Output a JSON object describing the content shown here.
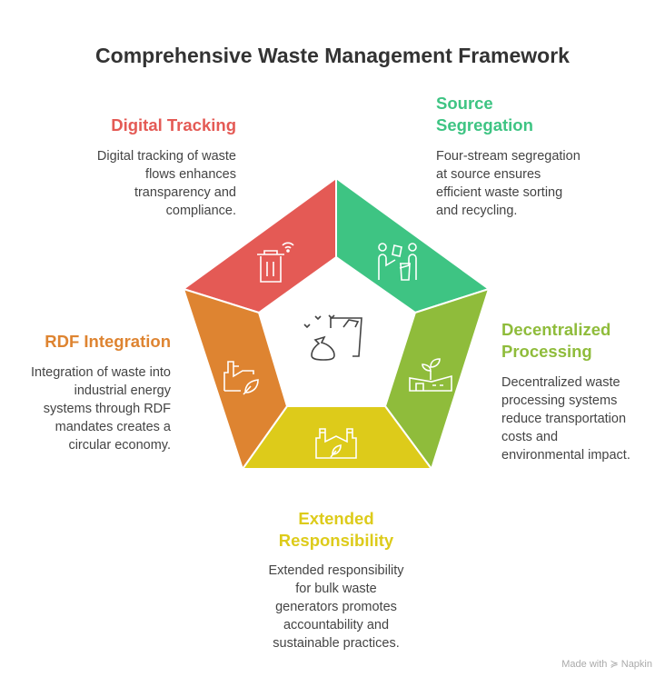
{
  "title": "Comprehensive Waste Management Framework",
  "segments": [
    {
      "title": "Digital Tracking",
      "text": [
        "Digital tracking of waste",
        "flows enhances",
        "transparency and",
        "compliance."
      ],
      "color": "#E45A55",
      "icon": "smart-bin-icon"
    },
    {
      "title": [
        "Source",
        "Segregation"
      ],
      "text": [
        "Four-stream segregation",
        "at source ensures",
        "efficient waste sorting",
        "and recycling."
      ],
      "color": "#3EC483",
      "icon": "people-sorting-icon"
    },
    {
      "title": [
        "Decentralized",
        "Processing"
      ],
      "text": [
        "Decentralized waste",
        "processing systems",
        "reduce transportation",
        "costs and",
        "environmental impact."
      ],
      "color": "#8FBC3B",
      "icon": "green-facility-icon"
    },
    {
      "title": [
        "Extended",
        "Responsibility"
      ],
      "text": [
        "Extended responsibility",
        "for bulk waste",
        "generators promotes",
        "accountability and",
        "sustainable practices."
      ],
      "color": "#DDCB1A",
      "icon": "eco-factory-icon"
    },
    {
      "title": "RDF Integration",
      "text": [
        "Integration of waste into",
        "industrial energy",
        "systems through RDF",
        "mandates creates a",
        "circular economy."
      ],
      "color": "#DE8431",
      "icon": "factory-leaf-icon"
    }
  ],
  "center_icon": "waste-bag-bin-icon",
  "footer": {
    "made_with": "Made with",
    "brand": "Napkin"
  }
}
